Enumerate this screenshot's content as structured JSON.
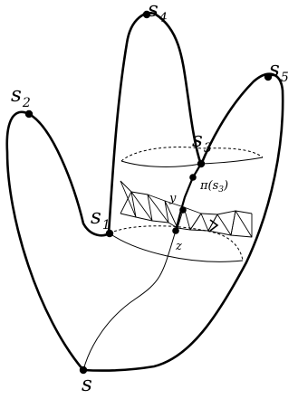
{
  "labels": {
    "s": "s",
    "s1": "1",
    "s2": "2",
    "s3": "3",
    "s4": "4",
    "s5": "5",
    "s_base": "s",
    "y": "y",
    "z": "z",
    "pi_prefix": "π(s",
    "pi_sub": "3",
    "pi_suffix": ")"
  }
}
